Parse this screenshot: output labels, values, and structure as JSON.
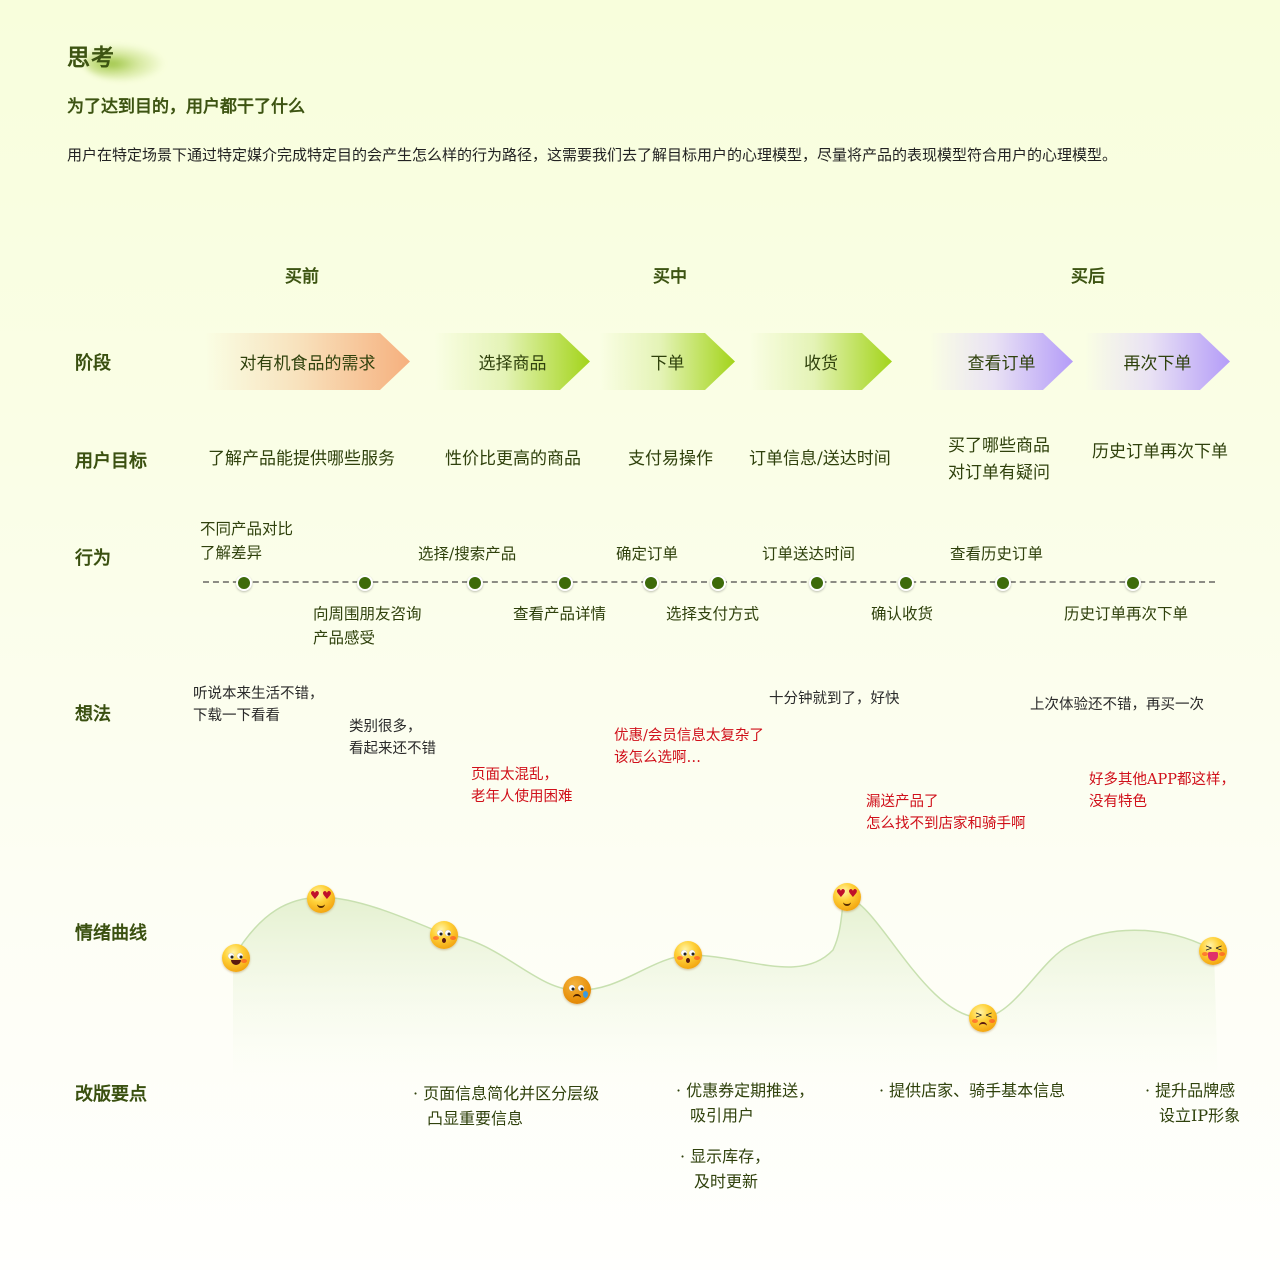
{
  "header": {
    "title": "思考",
    "subtitle": "为了达到目的，用户都干了什么",
    "description": "用户在特定场景下通过特定媒介完成特定目的会产生怎么样的行为路径，这需要我们去了解目标用户的心理模型，尽量将产品的表现模型符合用户的心理模型。"
  },
  "phases": [
    {
      "label": "买前"
    },
    {
      "label": "买中"
    },
    {
      "label": "买后"
    }
  ],
  "row_labels": {
    "stage": "阶段",
    "goal": "用户目标",
    "behavior": "行为",
    "thought": "想法",
    "emotion": "情绪曲线",
    "improvement": "改版要点"
  },
  "stages": [
    {
      "label": "对有机食品的需求",
      "color": "orange"
    },
    {
      "label": "选择商品",
      "color": "green"
    },
    {
      "label": "下单",
      "color": "green"
    },
    {
      "label": "收货",
      "color": "green"
    },
    {
      "label": "查看订单",
      "color": "purple"
    },
    {
      "label": "再次下单",
      "color": "purple"
    }
  ],
  "goals": [
    {
      "line1": "了解产品能提供哪些服务"
    },
    {
      "line1": "性价比更高的商品"
    },
    {
      "line1": "支付易操作"
    },
    {
      "line1": "订单信息/送达时间"
    },
    {
      "line1": "买了哪些商品",
      "line2": "对订单有疑问"
    },
    {
      "line1": "历史订单再次下单"
    }
  ],
  "behaviors": [
    {
      "line1": "不同产品对比",
      "line2": "了解差异",
      "position": "above"
    },
    {
      "line1": "向周围朋友咨询",
      "line2": "产品感受",
      "position": "below"
    },
    {
      "line1": "选择/搜索产品",
      "position": "above"
    },
    {
      "line1": "查看产品详情",
      "position": "below"
    },
    {
      "line1": "确定订单",
      "position": "above"
    },
    {
      "line1": "选择支付方式",
      "position": "below"
    },
    {
      "line1": "订单送达时间",
      "position": "above"
    },
    {
      "line1": "确认收货",
      "position": "below"
    },
    {
      "line1": "查看历史订单",
      "position": "above"
    },
    {
      "line1": "历史订单再次下单",
      "position": "below"
    }
  ],
  "thoughts": [
    {
      "line1": "听说本来生活不错，",
      "line2": "下载一下看看",
      "sentiment": "positive"
    },
    {
      "line1": "类别很多，",
      "line2": "看起来还不错",
      "sentiment": "positive"
    },
    {
      "line1": "页面太混乱，",
      "line2": "老年人使用困难",
      "sentiment": "negative"
    },
    {
      "line1": "优惠/会员信息太复杂了",
      "line2": "该怎么选啊…",
      "sentiment": "negative"
    },
    {
      "line1": "十分钟就到了，好快",
      "sentiment": "positive"
    },
    {
      "line1": "漏送产品了",
      "line2": "怎么找不到店家和骑手啊",
      "sentiment": "negative"
    },
    {
      "line1": "上次体验还不错，再买一次",
      "sentiment": "positive"
    },
    {
      "line1": "好多其他APP都这样，",
      "line2": "没有特色",
      "sentiment": "negative"
    }
  ],
  "emotion_points": [
    {
      "name": "smile-emoji",
      "mood": "happy"
    },
    {
      "name": "heart-eyes-emoji",
      "mood": "love"
    },
    {
      "name": "surprised-emoji",
      "mood": "surprised"
    },
    {
      "name": "crying-emoji",
      "mood": "sad"
    },
    {
      "name": "surprised-emoji",
      "mood": "surprised"
    },
    {
      "name": "heart-eyes-emoji",
      "mood": "love"
    },
    {
      "name": "frustrated-emoji",
      "mood": "frustrated"
    },
    {
      "name": "tongue-out-emoji",
      "mood": "playful"
    }
  ],
  "improvements": [
    {
      "line1": "· 页面信息简化并区分层级",
      "line2": "凸显重要信息"
    },
    {
      "line1": "· 优惠券定期推送，",
      "line2": "吸引用户"
    },
    {
      "line1": "· 显示库存，",
      "line2": "及时更新"
    },
    {
      "line1": "· 提供店家、骑手基本信息"
    },
    {
      "line1": "· 提升品牌感",
      "line2": "设立IP形象"
    }
  ],
  "colors": {
    "heading": "#3d5412",
    "negative_thought": "#d0101a",
    "timeline_dot": "#3d6b0a",
    "arrow_orange": "#f6b07e",
    "arrow_green": "#a3d41a",
    "arrow_purple": "#b49cf8",
    "curve_stroke": "#c8e0b0"
  }
}
